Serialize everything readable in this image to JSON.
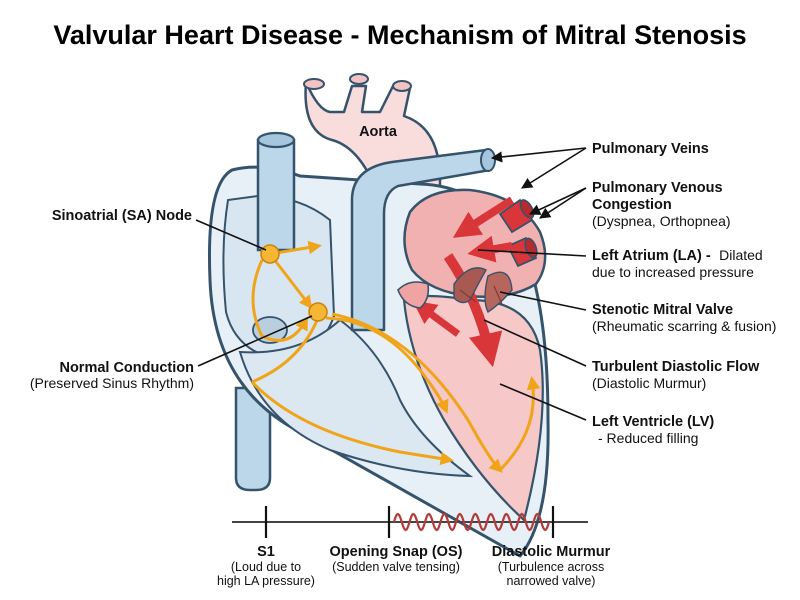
{
  "title": "Valvular Heart Disease - Mechanism of Mitral Stenosis",
  "labels": {
    "aorta": "Aorta",
    "pulmonary_veins": "Pulmonary Veins",
    "pulmonary_congestion": {
      "title_line1": "Pulmonary Venous",
      "title_line2": "Congestion",
      "detail": "(Dyspnea, Orthopnea)"
    },
    "sa_node": "Sinoatrial (SA) Node",
    "left_atrium": {
      "title": "Left Atrium (LA) -",
      "detail_line1": "Dilated",
      "detail_line2": "due to increased pressure"
    },
    "mitral_valve": {
      "title": "Stenotic Mitral Valve",
      "detail": "(Rheumatic scarring & fusion)"
    },
    "normal_conduction": {
      "title": "Normal Conduction",
      "detail": "(Preserved Sinus Rhythm)"
    },
    "turbulent_flow": {
      "title": "Turbulent Diastolic Flow",
      "detail": "(Diastolic Murmur)"
    },
    "left_ventricle": {
      "title": "Left Ventricle (LV)",
      "detail": "- Reduced filling"
    }
  },
  "timeline": {
    "s1": {
      "title": "S1",
      "line1": "(Loud due to",
      "line2": "high LA pressure)"
    },
    "os": {
      "title": "Opening Snap (OS)",
      "line1": "(Sudden valve tensing)"
    },
    "murmur": {
      "title": "Diastolic Murmur",
      "line1": "(Turbulence across",
      "line2": "narrowed valve)"
    }
  },
  "colors": {
    "vessel_blue": "#bcd7ea",
    "outline_blue": "#35536b",
    "heart_body": "#e8f0f7",
    "left_heart_red": "#f2b1b1",
    "flow_red": "#d9363a",
    "conduction_yellow": "#f5b733",
    "murmur_wave": "#b23b38"
  }
}
